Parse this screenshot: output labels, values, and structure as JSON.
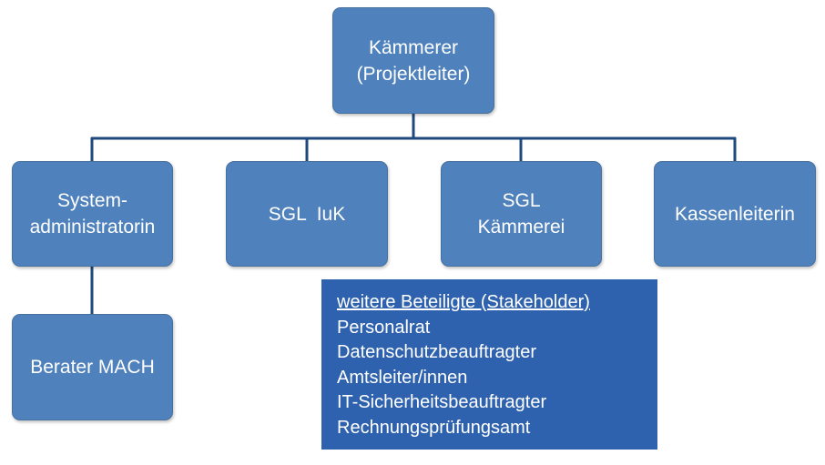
{
  "org_chart": {
    "root": {
      "line1": "Kämmerer",
      "line2": "(Projektleiter)"
    },
    "level2": [
      {
        "line1": "System-",
        "line2": "administratorin"
      },
      {
        "line1": "SGL  IuK"
      },
      {
        "line1": "SGL",
        "line2": "Kämmerei"
      },
      {
        "line1": "Kassenleiterin"
      }
    ],
    "level3": [
      {
        "parent": "System-administratorin",
        "line1": "Berater MACH"
      }
    ],
    "colors": {
      "node_fill": "#4f81bd",
      "node_border": "#46719f",
      "connector": "#1f497d",
      "stakeholder_fill": "#2f62ae",
      "text": "#ffffff"
    }
  },
  "stakeholders": {
    "heading": "weitere Beteiligte (Stakeholder)",
    "items": [
      "Personalrat",
      "Datenschutzbeauftragter",
      "Amtsleiter/innen",
      "IT-Sicherheitsbeauftragter",
      "Rechnungsprüfungsamt"
    ]
  }
}
